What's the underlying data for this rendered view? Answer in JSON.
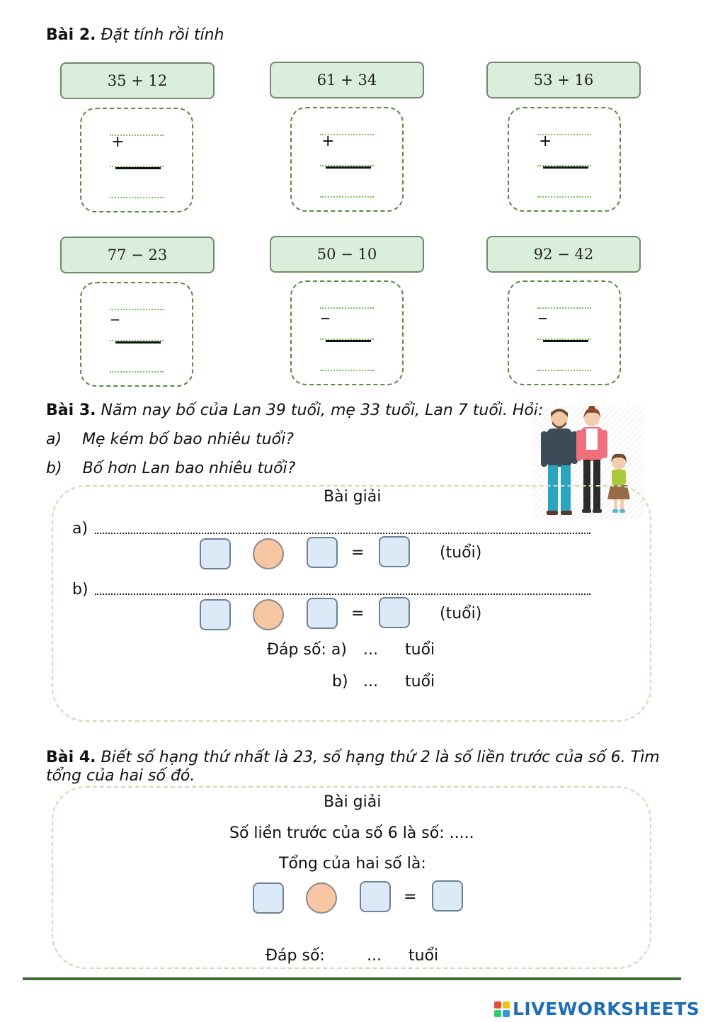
{
  "bai2": {
    "label": "Bài 2.",
    "instruction": "Đặt tính rồi tính",
    "expressions": [
      "35 + 12",
      "61 + 34",
      "53 + 16",
      "77 − 23",
      "50 − 10",
      "92 − 42"
    ],
    "plus_sign": "+",
    "minus_sign": "_"
  },
  "bai3": {
    "label": "Bài 3.",
    "problem": "Năm nay bố của Lan 39 tuổi, mẹ 33 tuổi, Lan 7 tuổi. Hỏi:",
    "question_a_marker": "a)",
    "question_a": "Mẹ kém bố bao nhiêu tuổi?",
    "question_b_marker": "b)",
    "question_b": "Bố hơn Lan bao nhiêu tuổi?",
    "solution_title": "Bài giải",
    "part_a": "a)",
    "part_b": "b)",
    "equals": "=",
    "unit": "(tuổi)",
    "answer_label": "Đáp số: a)",
    "answer_b_label": "b)",
    "ellipsis": "...",
    "age_word": "tuổi"
  },
  "bai4": {
    "label": "Bài 4.",
    "problem_line1": "Biết số hạng thứ nhất là 23, số hạng thứ 2 là số liền trước của số 6. Tìm",
    "problem_line2": "tổng của hai số đó.",
    "solution_title": "Bài giải",
    "predecessor_line": "Số liền trước của số 6 là số: .....",
    "sum_line": "Tổng của hai số là:",
    "equals": "=",
    "answer_label": "Đáp số:",
    "ellipsis": "...",
    "age_word": "tuổi"
  },
  "branding": {
    "logo_text": "LIVEWORKSHEETS",
    "logo_colors": [
      "#e74c3c",
      "#f1c40f",
      "#2ecc71",
      "#3498db"
    ]
  },
  "colors": {
    "expr_fill": "#dbeedc",
    "dash_green": "#5b8a43",
    "square_fill": "#dce9f7",
    "circle_fill": "#f7c6a3",
    "rule": "#3f6b34"
  }
}
